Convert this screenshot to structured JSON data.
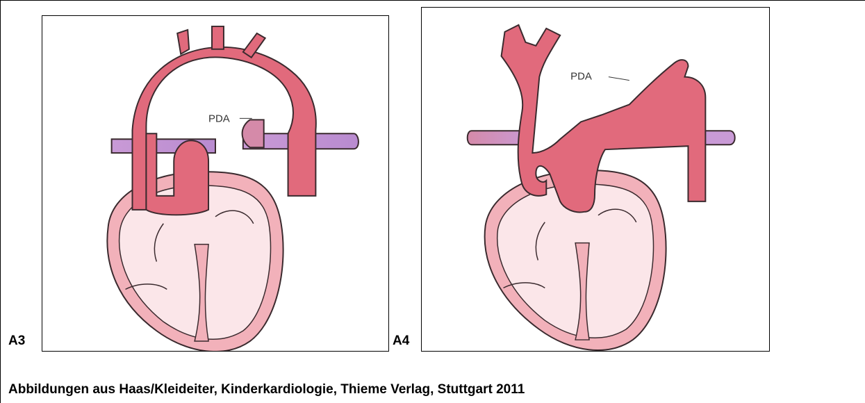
{
  "figures": [
    {
      "id": "A3",
      "label": "A3",
      "annotation": "PDA"
    },
    {
      "id": "A4",
      "label": "A4",
      "annotation": "PDA"
    }
  ],
  "caption": "Abbildungen aus Haas/Kleideiter, Kinderkardiologie, Thieme Verlag, Stuttgart 2011",
  "colors": {
    "artery": "#e16a7c",
    "artery_stroke": "#3a2a2e",
    "pulmonary": "#c99ad6",
    "heart_outer": "#f2b1ba",
    "heart_inner": "#fbe6e9"
  }
}
